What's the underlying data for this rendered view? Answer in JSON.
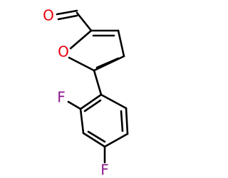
{
  "molecule": {
    "atoms": {
      "oxygen_carbonyl": {
        "symbol": "O",
        "color": "#e8000b"
      },
      "oxygen_ring": {
        "symbol": "O",
        "color": "#e8000b"
      },
      "fluorine_ortho": {
        "symbol": "F",
        "color": "#8b1a8b"
      },
      "fluorine_para": {
        "symbol": "F",
        "color": "#8b1a8b"
      }
    },
    "bond_color": "#000000"
  }
}
